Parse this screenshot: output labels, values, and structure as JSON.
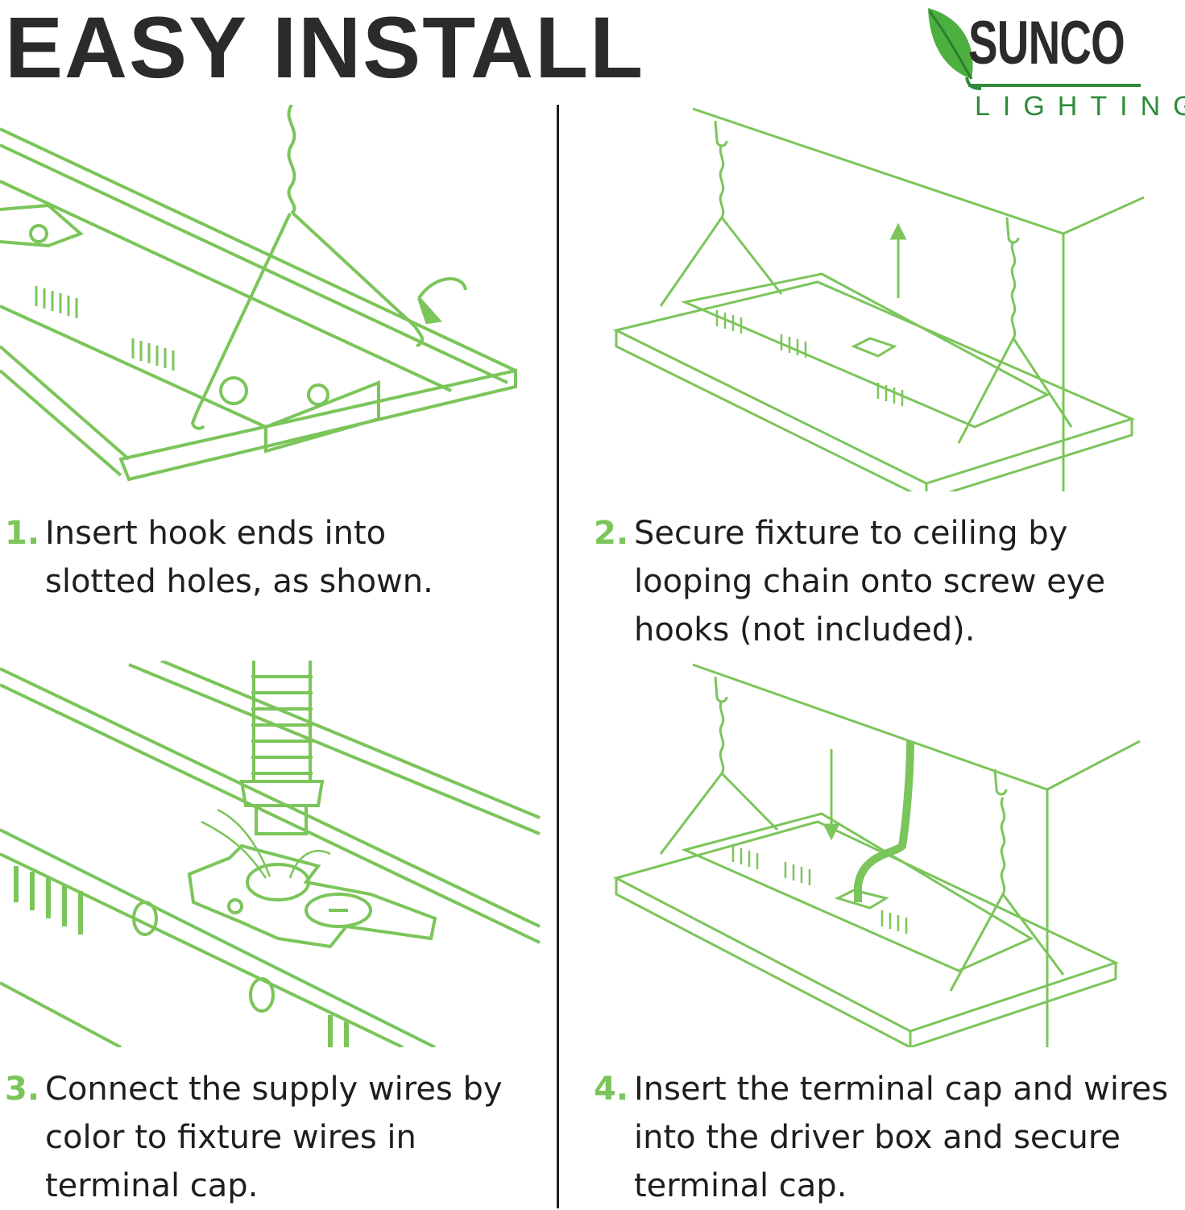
{
  "header": {
    "title": "EASY INSTALL",
    "brand": {
      "name": "SUNCO",
      "tagline": "LIGHTING"
    }
  },
  "colors": {
    "illustration": "#7bc55a",
    "step_number": "#7bc55a",
    "text": "#1e1e1e",
    "title": "#2b2b2b",
    "logo_leaf": "#4caf3f"
  },
  "steps": [
    {
      "number": "1.",
      "text": "Insert hook ends into\nslotted holes, as shown."
    },
    {
      "number": "2.",
      "text": "Secure fixture to ceiling by\nlooping chain onto screw eye\nhooks (not included)."
    },
    {
      "number": "3.",
      "text": "Connect the supply wires by\ncolor to fixture wires in\nterminal cap."
    },
    {
      "number": "4.",
      "text": "Insert the terminal cap and wires\ninto the driver box and secure\nterminal cap."
    }
  ]
}
